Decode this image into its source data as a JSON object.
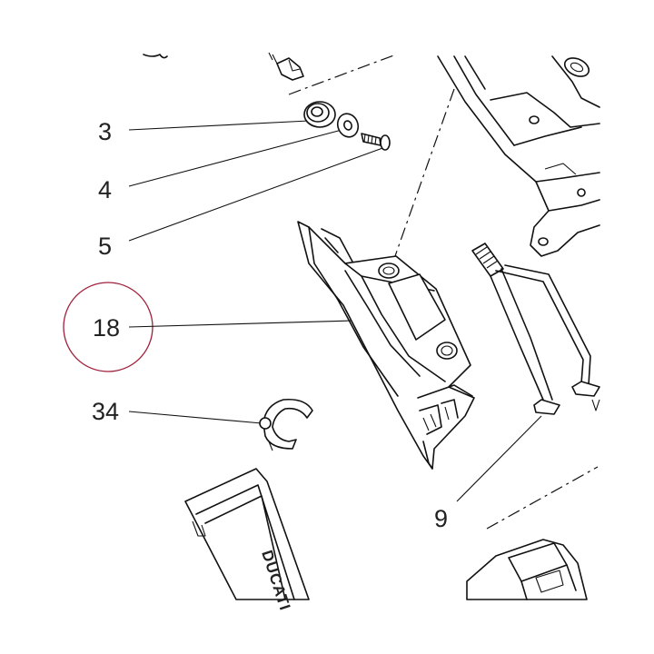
{
  "callouts": [
    {
      "id": "3",
      "label": "3"
    },
    {
      "id": "4",
      "label": "4"
    },
    {
      "id": "5",
      "label": "5"
    },
    {
      "id": "18",
      "label": "18"
    },
    {
      "id": "34",
      "label": "34"
    },
    {
      "id": "9",
      "label": "9"
    }
  ],
  "highlighted_callout": "18",
  "brand_text": "DUCATI",
  "colors": {
    "line": "#111111",
    "label": "#222222",
    "highlight_circle": "#a0203c",
    "background": "#ffffff"
  }
}
